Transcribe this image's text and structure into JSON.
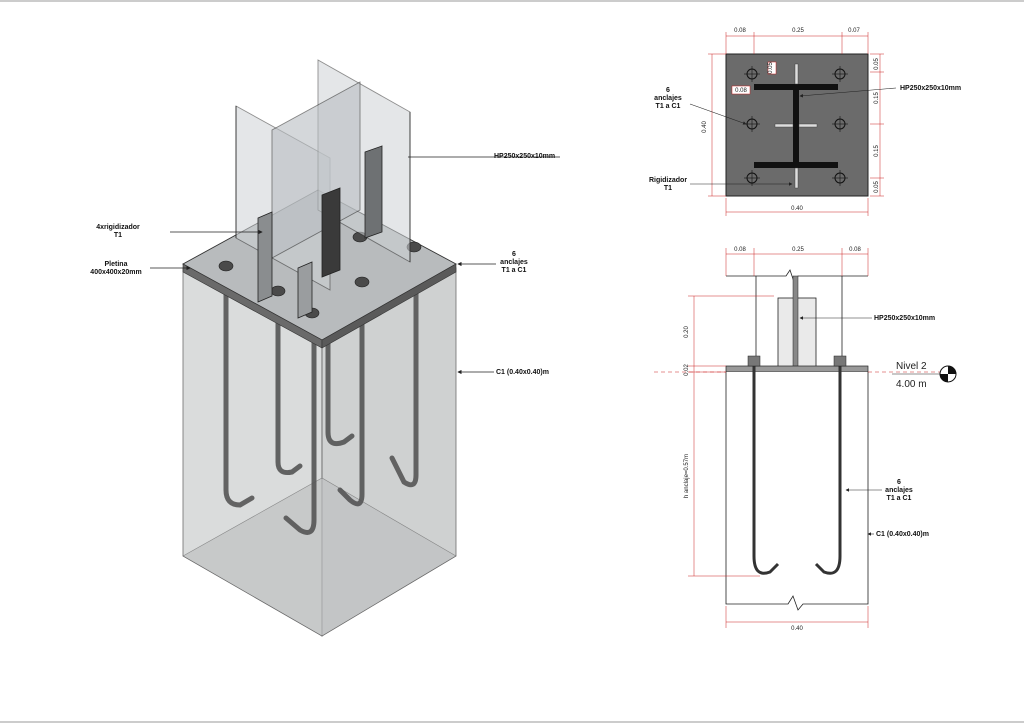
{
  "iso_view": {
    "label_column": "HP250x250x10mm",
    "label_stiffener_line1": "4xrigidizador",
    "label_stiffener_line2": "T1",
    "label_plate_line1": "Pletina",
    "label_plate_line2": "400x400x20mm",
    "label_anchors_line1": "6",
    "label_anchors_line2": "anclajes",
    "label_anchors_line3": "T1 a C1",
    "label_concrete": "C1 (0.40x0.40)m"
  },
  "plan_view": {
    "dim_top": [
      "0.08",
      "0.25",
      "0.07"
    ],
    "dim_right": [
      "0.05",
      "0.15",
      "0.15",
      "0.05"
    ],
    "dim_left": "0.40",
    "dim_bottom": "0.40",
    "dim_inner_h": "0.08",
    "dim_inner_v": "0.05",
    "label_anchors_line1": "6",
    "label_anchors_line2": "anclajes",
    "label_anchors_line3": "T1 a C1",
    "label_stiffener_line1": "Rigidizador",
    "label_stiffener_line2": "T1",
    "label_column": "HP250x250x10mm"
  },
  "section_view": {
    "dim_top": [
      "0.08",
      "0.25",
      "0.08"
    ],
    "dim_left_upper": "0.20",
    "dim_left_plate": "0.02",
    "dim_left_anchor": "h anclaje=0.57m",
    "dim_bottom": "0.40",
    "label_column": "HP250x250x10mm",
    "level_name": "Nivel 2",
    "level_value": "4.00 m",
    "label_anchors_line1": "6",
    "label_anchors_line2": "anclajes",
    "label_anchors_line3": "T1 a C1",
    "label_concrete": "C1 (0.40x0.40)m"
  },
  "colors": {
    "steel": "#c9cdcf",
    "concrete": "#d8dadb",
    "plate_dark": "#5a5a5a",
    "dim_red": "#cc2222"
  }
}
